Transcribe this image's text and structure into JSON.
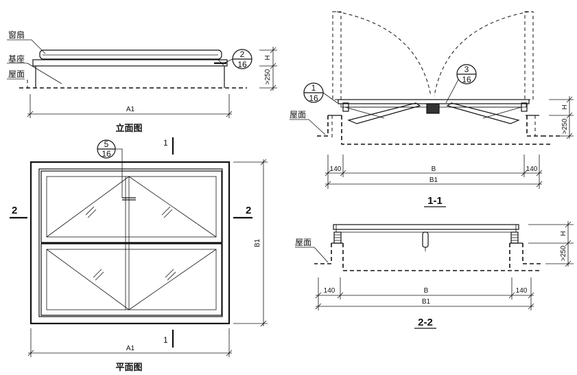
{
  "labels": {
    "sash": "窗扇",
    "base": "基座",
    "roof": "屋面",
    "roof_right_1": "屋面",
    "roof_right_2": "屋面"
  },
  "dims": {
    "A1_top": "A1",
    "A1_bottom": "A1",
    "B1_plan": "B1",
    "H_elev": "H",
    "ge250_elev": ">250",
    "H_s11": "H",
    "ge250_s11": ">250",
    "d140_l_s11": "140",
    "B_s11": "B",
    "d140_r_s11": "140",
    "B1_s11": "B1",
    "H_s22": "H",
    "ge250_s22": ">250",
    "d140_l_s22": "140",
    "B_s22": "B",
    "d140_r_s22": "140",
    "B1_s22": "B1"
  },
  "callouts": {
    "c1": {
      "top": "2",
      "bottom": "16"
    },
    "c2": {
      "top": "5",
      "bottom": "16"
    },
    "c3": {
      "top": "1",
      "bottom": "16"
    },
    "c4": {
      "top": "3",
      "bottom": "16"
    }
  },
  "section_marks": {
    "s1_top": "1",
    "s1_bottom": "1",
    "s2_left": "2",
    "s2_right": "2"
  },
  "titles": {
    "elevation": "立面图",
    "plan": "平面图",
    "section_11": "1-1",
    "section_22": "2-2"
  }
}
